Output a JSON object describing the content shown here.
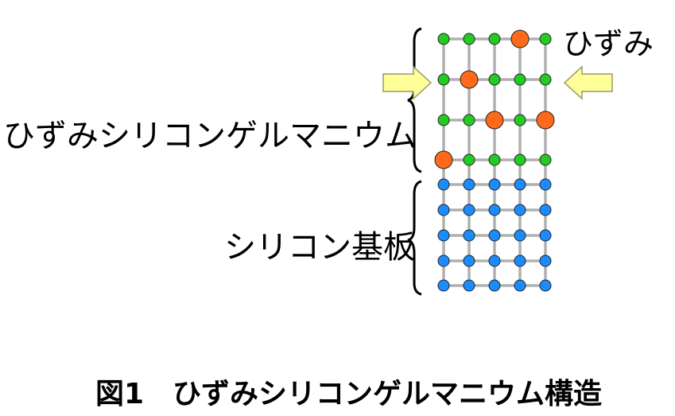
{
  "labels": {
    "sige_layer": "ひずみシリコンゲルマニウム",
    "substrate": "シリコン基板",
    "strain": "ひずみ"
  },
  "caption": "図1　ひずみシリコンゲルマニウム構造",
  "lattice": {
    "columns": 5,
    "sige_rows": 4,
    "substrate_rows": 5,
    "large_atoms": [
      [
        0,
        3
      ],
      [
        1,
        1
      ],
      [
        2,
        2
      ],
      [
        2,
        4
      ],
      [
        3,
        0
      ]
    ]
  },
  "colors": {
    "sige_atom": "#22cc22",
    "ge_atom": "#ff6a1a",
    "si_atom": "#1a8cff",
    "bond": "#b0b0b0",
    "arrow_fill": "#ffff99",
    "arrow_stroke": "#999966"
  }
}
